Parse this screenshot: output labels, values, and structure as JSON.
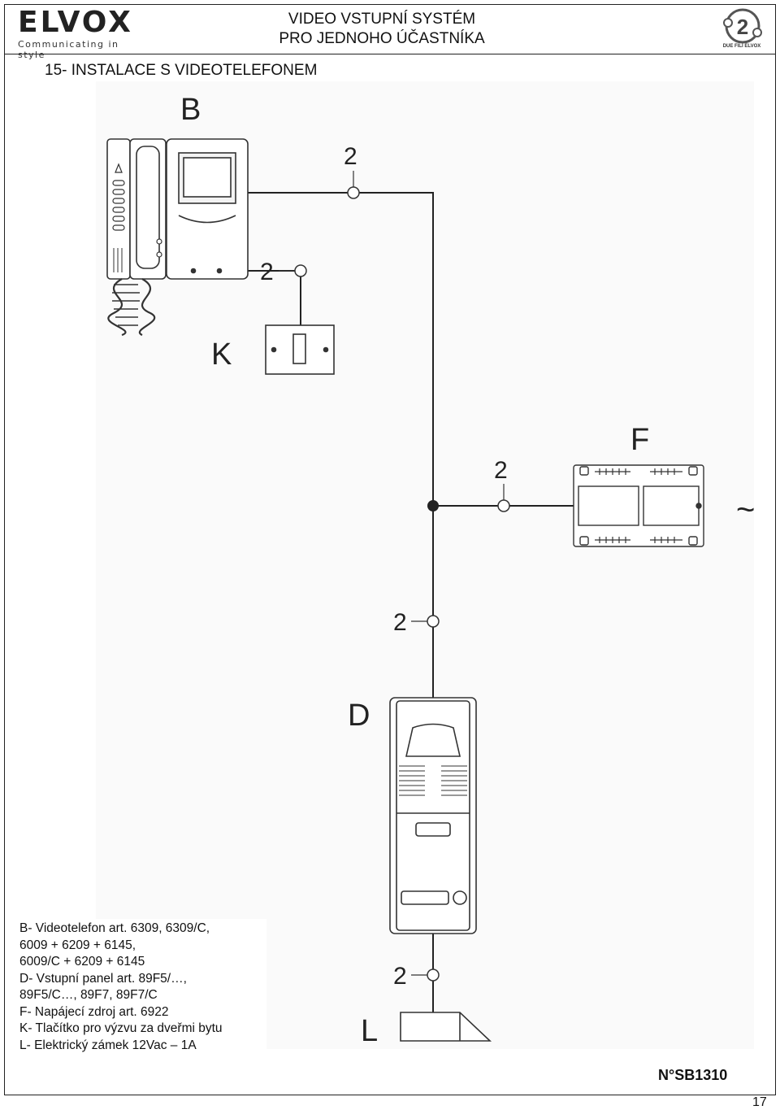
{
  "header": {
    "logo_text": "ELVOX",
    "logo_tagline": "Communicating in style",
    "title_line1": "VIDEO VSTUPNÍ SYSTÉM",
    "title_line2": "PRO JEDNOHO ÚČASTNÍKA",
    "brand_badge_digit": "2",
    "brand_badge_caption": "DUE FILI ELVOX"
  },
  "section_title": "15- INSTALACE S VIDEOTELEFONEM",
  "diagram": {
    "labels": {
      "videophone": "B",
      "call_button": "K",
      "power_supply": "F",
      "door_panel": "D",
      "lock": "L"
    },
    "wire_count_label": "2",
    "ac_symbol": "~"
  },
  "legend": {
    "lines": [
      "B- Videotelefon art. 6309, 6309/C,",
      "6009 + 6209 + 6145,",
      "6009/C + 6209 + 6145",
      "D- Vstupní panel art. 89F5/…,",
      "89F5/C…, 89F7, 89F7/C",
      "F- Napájecí zdroj art. 6922",
      "K- Tlačítko pro výzvu za dveřmi bytu",
      "L- Elektrický zámek 12Vac – 1A"
    ]
  },
  "footer": {
    "document_code": "N°SB1310",
    "page_number": "17"
  }
}
